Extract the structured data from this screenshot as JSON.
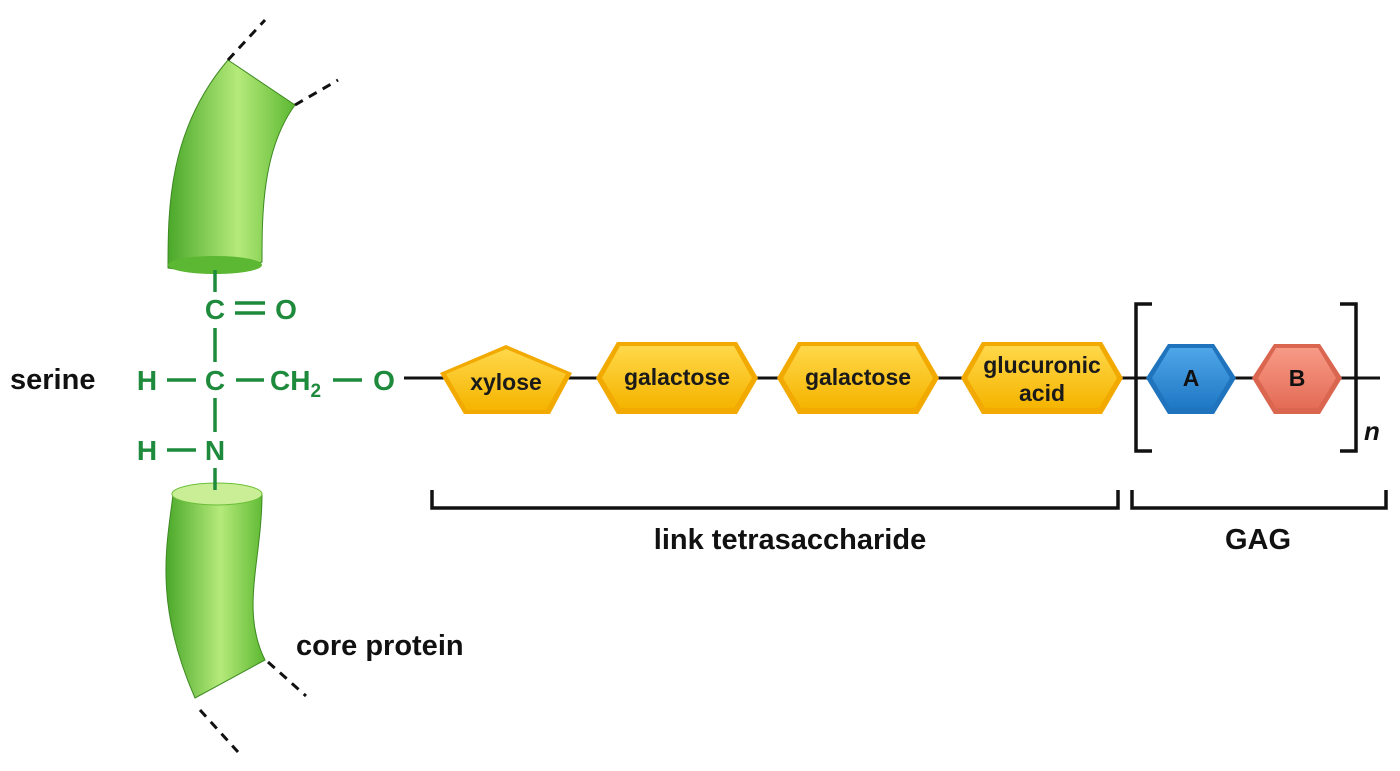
{
  "labels": {
    "serine": "serine",
    "core_protein": "core protein",
    "link": "link tetrasaccharide",
    "gag": "GAG",
    "repeat": "n"
  },
  "chem": {
    "C_top": "C",
    "O_double": "O",
    "H_left": "H",
    "C_center": "C",
    "CH": "CH",
    "sub2": "2",
    "O_link": "O",
    "H_lower": "H",
    "N": "N"
  },
  "sugars": {
    "xylose": "xylose",
    "galactose1": "galactose",
    "galactose2": "galactose",
    "glucuronic_line1": "glucuronic",
    "glucuronic_line2": "acid",
    "A": "A",
    "B": "B"
  },
  "colors": {
    "protein_green": "#6cc83c",
    "chem_green": "#1e8a3c",
    "sugar_yellow": "#ffc400",
    "gag_blue": "#2e8fd8",
    "gag_salmon": "#f0806a"
  }
}
